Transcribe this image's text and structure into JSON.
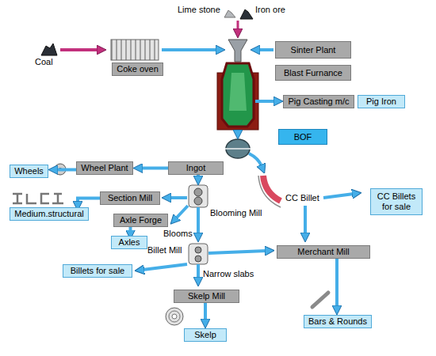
{
  "diagram": {
    "nodes": [
      {
        "text": [
          "Coke oven"
        ]
      },
      {
        "text": [
          "Sinter Plant"
        ]
      },
      {
        "text": [
          "Blast Furnance"
        ]
      },
      {
        "text": [
          "Pig Casting m/c"
        ]
      },
      {
        "text": [
          "Pig Iron"
        ]
      },
      {
        "text": [
          "BOF"
        ]
      },
      {
        "text": [
          "Ingot"
        ]
      },
      {
        "text": [
          "Wheel Plant"
        ]
      },
      {
        "text": [
          "Wheels"
        ]
      },
      {
        "text": [
          "Section Mill"
        ]
      },
      {
        "text": [
          "Medium.structural"
        ]
      },
      {
        "text": [
          "Axle Forge"
        ]
      },
      {
        "text": [
          "Axles"
        ]
      },
      {
        "text": [
          "Billets for sale"
        ]
      },
      {
        "text": [
          "CC Billets for sale"
        ]
      },
      {
        "text": [
          "Merchant Mill"
        ]
      },
      {
        "text": [
          "Skelp Mill"
        ]
      },
      {
        "text": [
          "Skelp"
        ]
      },
      {
        "text": [
          "Bars & Rounds"
        ]
      }
    ],
    "edges": [
      {
        "from": 6,
        "to": 7,
        "arrow": "to"
      },
      {
        "from": 7,
        "to": 8,
        "arrow": "to"
      },
      {
        "from": 9,
        "to": 10,
        "arrow": "to"
      },
      {
        "from": 11,
        "to": 12,
        "arrow": "to"
      },
      {
        "from": 16,
        "to": 17,
        "arrow": "to"
      },
      {
        "from": 15,
        "to": 18,
        "arrow": "to"
      }
    ],
    "labels": [
      "Lime stone",
      "Iron ore",
      "Coal",
      "Blooms",
      "Blooming Mill",
      "Billet Mill",
      "Narrow slabs",
      "CC Billet"
    ]
  }
}
